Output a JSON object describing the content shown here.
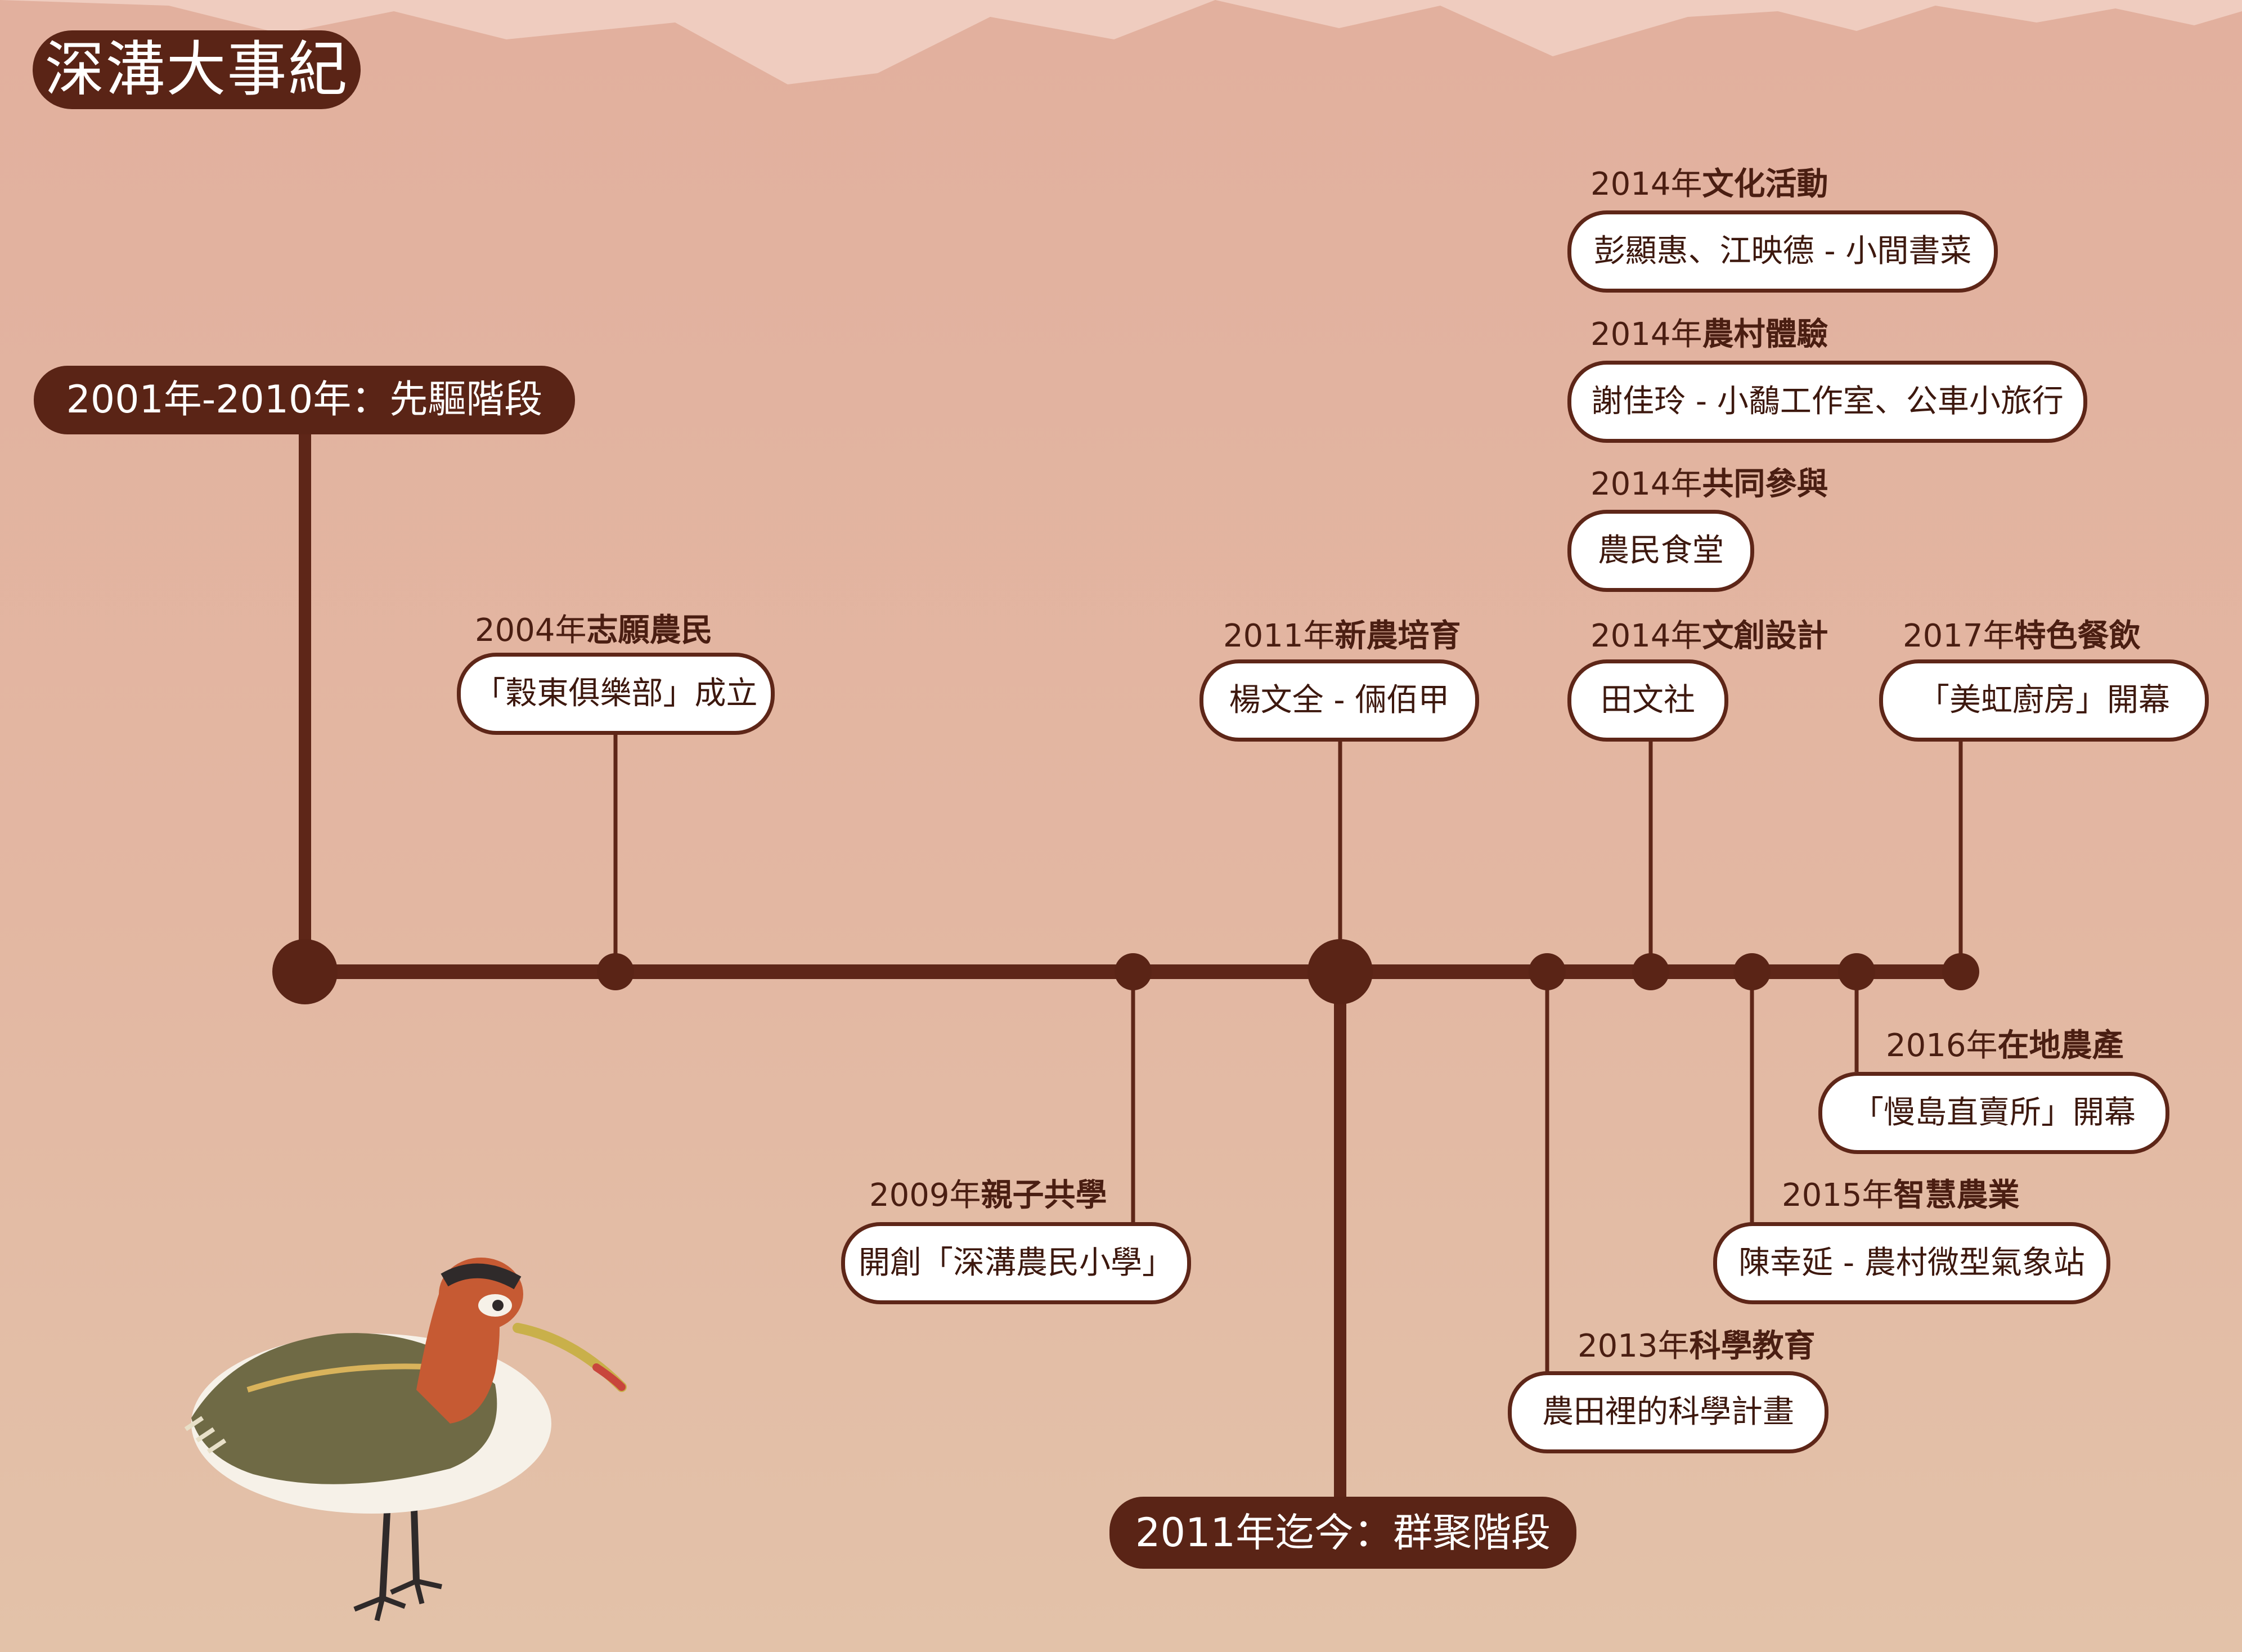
{
  "title": "深溝大事紀",
  "colors": {
    "dark_brown": "#5a2416",
    "line_brown": "#5e2618",
    "bg_top": "#e2b09e",
    "mountain": "#f1cfc2",
    "text": "#4a1e12"
  },
  "phases": [
    {
      "text": "2001年-2010年：先驅階段"
    },
    {
      "text": "2011年迄今：群聚階段"
    }
  ],
  "events": [
    {
      "year": "2004年",
      "theme": "志願農民",
      "desc": "「穀東俱樂部」成立"
    },
    {
      "year": "2009年",
      "theme": "親子共學",
      "desc": "開創「深溝農民小學」"
    },
    {
      "year": "2011年",
      "theme": "新農培育",
      "desc": "楊文全 - 倆佰甲"
    },
    {
      "year": "2013年",
      "theme": "科學教育",
      "desc": "農田裡的科學計畫"
    },
    {
      "year": "2014年",
      "theme": "文化活動",
      "desc": "彭顯惠、江映德 - 小間書菜"
    },
    {
      "year": "2014年",
      "theme": "農村體驗",
      "desc": "謝佳玲 - 小鷸工作室、公車小旅行"
    },
    {
      "year": "2014年",
      "theme": "共同參與",
      "desc": "農民食堂"
    },
    {
      "year": "2014年",
      "theme": "文創設計",
      "desc": "田文社"
    },
    {
      "year": "2015年",
      "theme": "智慧農業",
      "desc": "陳幸延 - 農村微型氣象站"
    },
    {
      "year": "2016年",
      "theme": "在地農產",
      "desc": "「慢島直賣所」開幕"
    },
    {
      "year": "2017年",
      "theme": "特色餐飲",
      "desc": "「美虹廚房」開幕"
    }
  ]
}
